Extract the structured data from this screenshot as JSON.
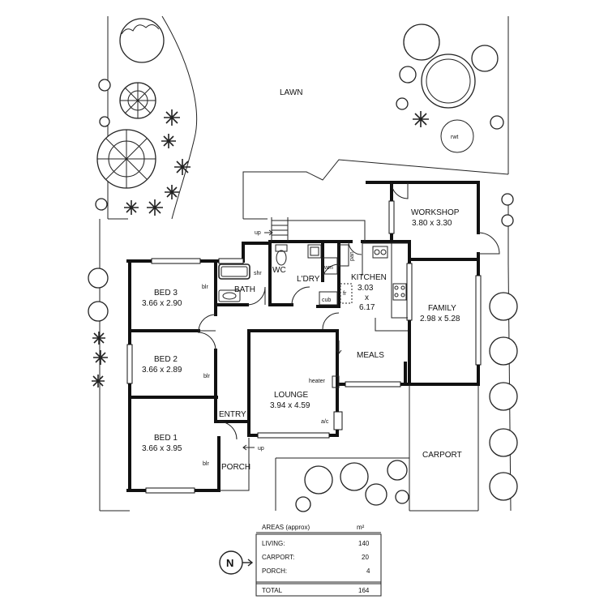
{
  "site": {
    "lawn": "LAWN",
    "rwt": "rwt",
    "up_labels": [
      "up",
      "up"
    ]
  },
  "rooms": {
    "bed3": {
      "name": "BED 3",
      "size": "3.66 x 2.90"
    },
    "bed2": {
      "name": "BED 2",
      "size": "3.66 x 2.89"
    },
    "bed1": {
      "name": "BED 1",
      "size": "3.66 x 3.95"
    },
    "bath": "BATH",
    "shr": "shr",
    "wc": "WC",
    "ldry": "L'DRY",
    "wm": "wm",
    "pan": "pan",
    "cub": "cub",
    "fr": "fr",
    "kitchen": {
      "name": "KITCHEN",
      "line1": "3.03",
      "line2": "x",
      "line3": "6.17"
    },
    "workshop": {
      "name": "WORKSHOP",
      "size": "3.80 x 3.30"
    },
    "family": {
      "name": "FAMILY",
      "size": "2.98 x 5.28"
    },
    "meals": "MEALS",
    "lounge": {
      "name": "LOUNGE",
      "size": "3.94 x 4.59"
    },
    "heater": "heater",
    "ac": "a/c",
    "entry": "ENTRY",
    "porch": "PORCH",
    "carport": "CARPORT",
    "blr": [
      "blr",
      "blr",
      "blr"
    ]
  },
  "areas": {
    "title": "AREAS (approx)",
    "unit": "m²",
    "rows": [
      {
        "label": "LIVING:",
        "value": "140"
      },
      {
        "label": "CARPORT:",
        "value": "20"
      },
      {
        "label": "PORCH:",
        "value": "4"
      }
    ],
    "total_label": "TOTAL",
    "total_value": "164"
  },
  "north": "N"
}
